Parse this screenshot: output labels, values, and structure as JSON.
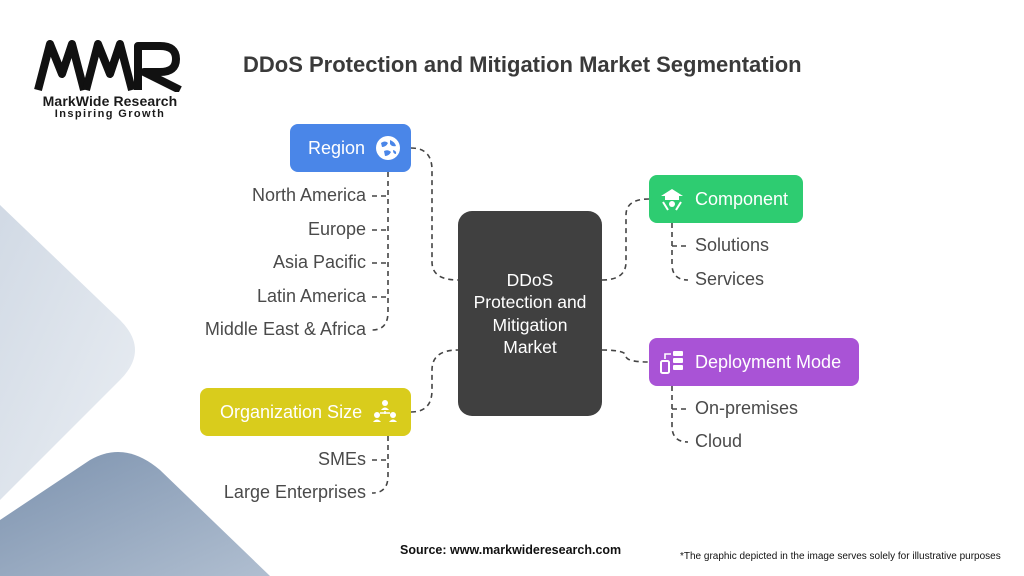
{
  "logo": {
    "mark": "MWR",
    "name": "MarkWide Research",
    "tagline": "Inspiring Growth"
  },
  "title": "DDoS Protection and Mitigation Market Segmentation",
  "center": {
    "label": "DDoS Protection and Mitigation Market"
  },
  "categories": {
    "region": {
      "label": "Region",
      "icon": "globe-icon",
      "color": "#4a86e8",
      "items": [
        "North America",
        "Europe",
        "Asia Pacific",
        "Latin America",
        "Middle East & Africa"
      ]
    },
    "organization_size": {
      "label": "Organization Size",
      "icon": "people-network-icon",
      "color": "#d9cc1c",
      "items": [
        "SMEs",
        "Large Enterprises"
      ]
    },
    "component": {
      "label": "Component",
      "icon": "component-icon",
      "color": "#2ecc71",
      "items": [
        "Solutions",
        "Services"
      ]
    },
    "deployment_mode": {
      "label": "Deployment Mode",
      "icon": "deployment-icon",
      "color": "#a953d6",
      "items": [
        "On-premises",
        "Cloud"
      ]
    }
  },
  "footer": {
    "source": "Source: www.markwideresearch.com",
    "note": "*The graphic depicted in the image serves solely for illustrative purposes"
  }
}
